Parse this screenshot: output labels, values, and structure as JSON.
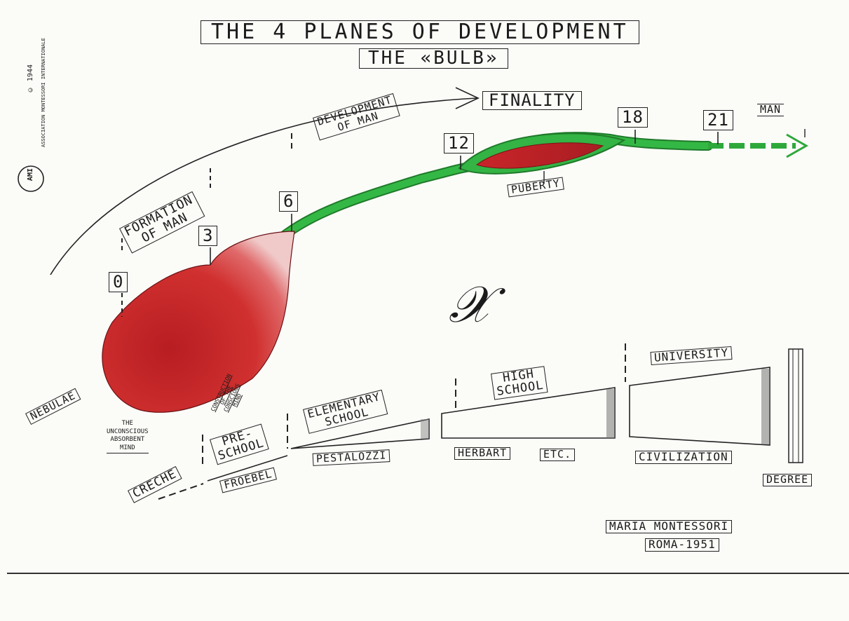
{
  "title": "THE 4 PLANES OF DEVELOPMENT",
  "subtitle": "THE «BULB»",
  "copyright": "© 1944",
  "ami_logo": "AMI",
  "margin_text": "ASSOCIATION MONTESSORI INTERNATIONALE",
  "finality": "FINALITY",
  "development_of_man": [
    "DEVELOPMENT",
    "OF MAN"
  ],
  "formation_of_man": [
    "FORMATION",
    "OF MAN"
  ],
  "ages": [
    "0",
    "3",
    "6",
    "12",
    "18",
    "21"
  ],
  "man": "MAN",
  "puberty": "PUBERTY",
  "x_symbol": "𝒳",
  "nebulae": "NEBULAE",
  "construction_label": [
    "CONSTRUCTION",
    "OF THE",
    "CONSCIOUS",
    "MIND"
  ],
  "unconscious_label": [
    "THE",
    "UNCONSCIOUS",
    "ABSORBENT",
    "MIND"
  ],
  "creche": "CRECHE",
  "preschool": [
    "PRE-",
    "SCHOOL"
  ],
  "froebel": "FROEBEL",
  "elementary": [
    "ELEMENTARY",
    "SCHOOL"
  ],
  "pestalozzi": "PESTALOZZI",
  "highschool": [
    "HIGH",
    "SCHOOL"
  ],
  "herbart": "HERBART",
  "etc": "ETC.",
  "university": "UNIVERSITY",
  "civilization": "CIVILIZATION",
  "degree": "DEGREE",
  "author": "MARIA MONTESSORI",
  "place_date": "ROMA-1951",
  "colors": {
    "bulb_red": "#c8262b",
    "stem_green": "#2ea83a",
    "ink": "#1b1b1b"
  }
}
